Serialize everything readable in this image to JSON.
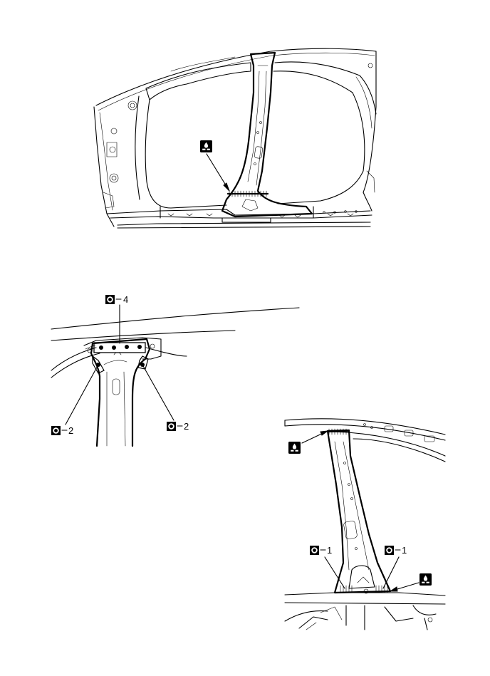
{
  "callouts": {
    "top_spot_count": "4",
    "left_spot_count": "2",
    "right_spot_count": "2",
    "lower_left_spot_count": "1",
    "lower_right_spot_count": "1"
  },
  "icons": {
    "adhesive": "adhesive-application-icon",
    "spot_weld": "spot-weld-symbol-icon"
  }
}
